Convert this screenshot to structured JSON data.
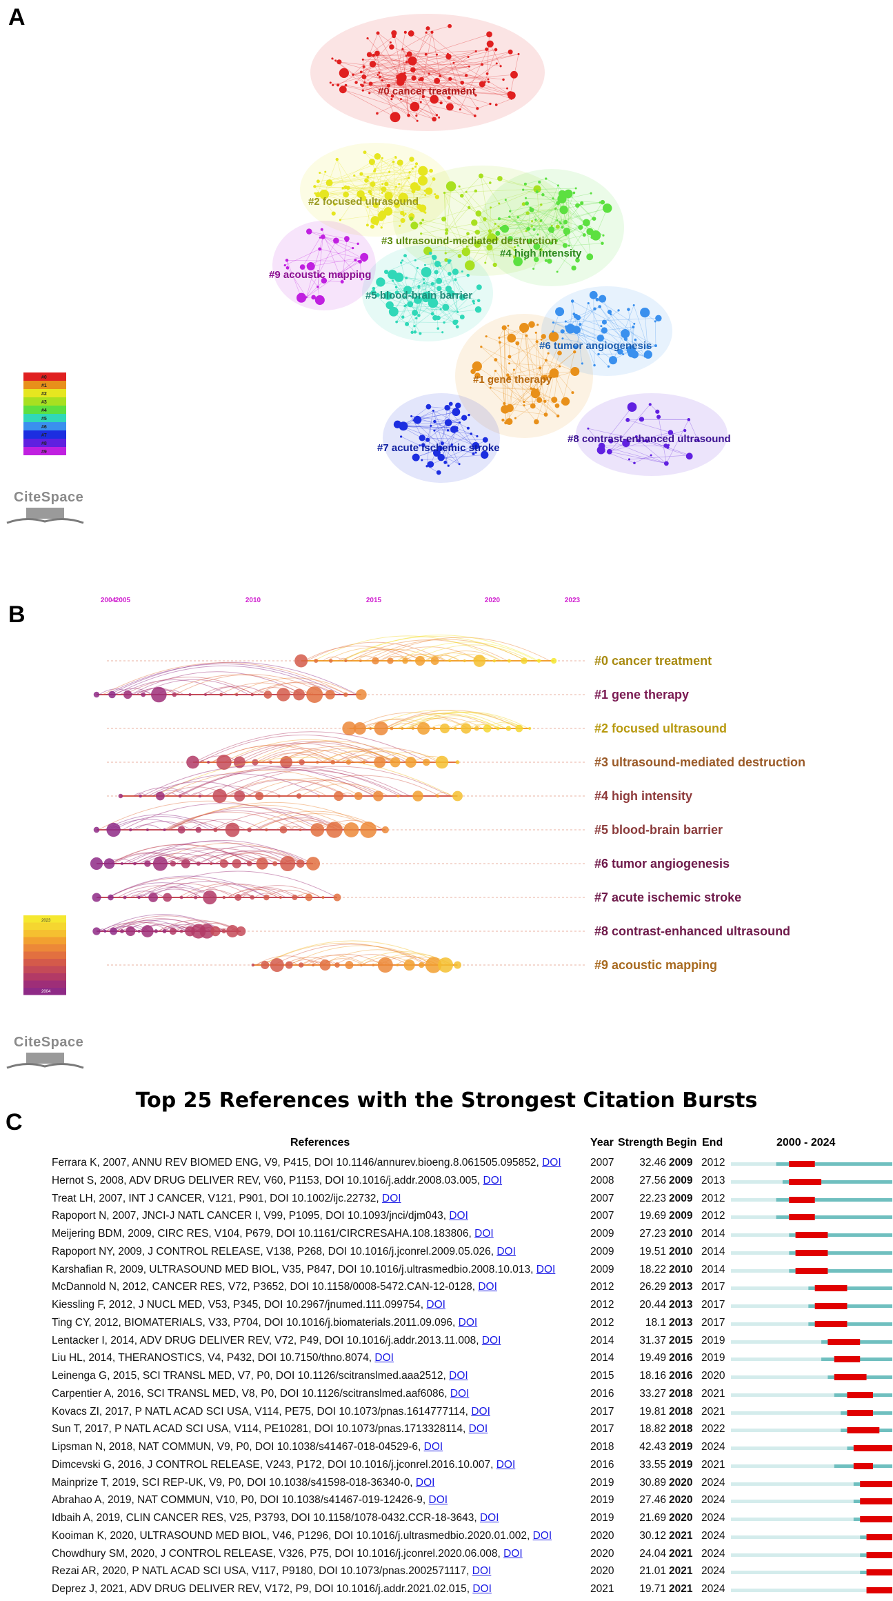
{
  "panels": {
    "a": "A",
    "b": "B",
    "c": "C"
  },
  "citespace": {
    "logo_text": "CiteSpace"
  },
  "panel_a": {
    "clusters": [
      {
        "id": "#0",
        "label": "#0 cancer treatment",
        "color": "#e02020",
        "label_color": "#b01a1a"
      },
      {
        "id": "#1",
        "label": "#1 gene therapy",
        "color": "#e8901a",
        "label_color": "#b86a10"
      },
      {
        "id": "#2",
        "label": "#2 focused ultrasound",
        "color": "#e6e620",
        "label_color": "#9a9a22"
      },
      {
        "id": "#3",
        "label": "#3 ultrasound-mediated destruction",
        "color": "#a8e020",
        "label_color": "#5e8a10"
      },
      {
        "id": "#4",
        "label": "#4 high intensity",
        "color": "#5ce040",
        "label_color": "#2e8a20"
      },
      {
        "id": "#5",
        "label": "#5 blood-brain barrier",
        "color": "#30d8b8",
        "label_color": "#208a78"
      },
      {
        "id": "#6",
        "label": "#6 tumor angiogenesis",
        "color": "#3a90ee",
        "label_color": "#2060b0"
      },
      {
        "id": "#7",
        "label": "#7 acute ischemic stroke",
        "color": "#1c2ee0",
        "label_color": "#1020a0"
      },
      {
        "id": "#8",
        "label": "#8 contrast-enhanced ultrasound",
        "color": "#6020e0",
        "label_color": "#3a1090"
      },
      {
        "id": "#9",
        "label": "#9 acoustic mapping",
        "color": "#c020e0",
        "label_color": "#8a1090"
      }
    ],
    "legend": [
      "#0",
      "#1",
      "#2",
      "#3",
      "#4",
      "#5",
      "#6",
      "#7",
      "#8",
      "#9"
    ]
  },
  "panel_b": {
    "years": [
      "2004",
      "2005",
      "2010",
      "2015",
      "2020",
      "2023"
    ],
    "timeline": [
      {
        "label": "#0 cancer treatment",
        "color": "#a88a10",
        "start": 2012.5,
        "end": 2023
      },
      {
        "label": "#1 gene therapy",
        "color": "#7a1a52",
        "start": 2004,
        "end": 2015
      },
      {
        "label": "#2 focused ultrasound",
        "color": "#b89a10",
        "start": 2014.5,
        "end": 2022
      },
      {
        "label": "#3 ultrasound-mediated destruction",
        "color": "#9a5a28",
        "start": 2008,
        "end": 2019
      },
      {
        "label": "#4 high intensity",
        "color": "#8e3a3a",
        "start": 2005,
        "end": 2019
      },
      {
        "label": "#5 blood-brain barrier",
        "color": "#8a3a3a",
        "start": 2004,
        "end": 2016
      },
      {
        "label": "#6 tumor angiogenesis",
        "color": "#6e1a4a",
        "start": 2004,
        "end": 2013
      },
      {
        "label": "#7 acute ischemic stroke",
        "color": "#6e1a4a",
        "start": 2004,
        "end": 2014
      },
      {
        "label": "#8 contrast-enhanced ultrasound",
        "color": "#6e1a4a",
        "start": 2004,
        "end": 2010
      },
      {
        "label": "#9 acoustic mapping",
        "color": "#a86a20",
        "start": 2010.5,
        "end": 2019
      }
    ],
    "color_scale": [
      "2023",
      "2004"
    ]
  },
  "panel_c": {
    "title": "Top 25 References with the Strongest Citation Bursts",
    "headers": {
      "references": "References",
      "year": "Year",
      "strength": "Strength",
      "begin": "Begin",
      "end": "End",
      "range": "2000 - 2024"
    },
    "range": {
      "start": 2000,
      "end": 2024
    },
    "rows": [
      {
        "ref": "Ferrara K, 2007, ANNU REV BIOMED ENG, V9, P415, DOI 10.1146/annurev.bioeng.8.061505.095852, ",
        "doi": "DOI",
        "year": "2007",
        "strength": "32.46",
        "begin": "2009",
        "end": "2012"
      },
      {
        "ref": "Hernot S, 2008, ADV DRUG DELIVER REV, V60, P1153, DOI 10.1016/j.addr.2008.03.005, ",
        "doi": "DOI",
        "year": "2008",
        "strength": "27.56",
        "begin": "2009",
        "end": "2013"
      },
      {
        "ref": "Treat LH, 2007, INT J CANCER, V121, P901, DOI 10.1002/ijc.22732, ",
        "doi": "DOI",
        "year": "2007",
        "strength": "22.23",
        "begin": "2009",
        "end": "2012"
      },
      {
        "ref": "Rapoport N, 2007, JNCI-J NATL CANCER I, V99, P1095, DOI 10.1093/jnci/djm043, ",
        "doi": "DOI",
        "year": "2007",
        "strength": "19.69",
        "begin": "2009",
        "end": "2012"
      },
      {
        "ref": "Meijering BDM, 2009, CIRC RES, V104, P679, DOI 10.1161/CIRCRESAHA.108.183806, ",
        "doi": "DOI",
        "year": "2009",
        "strength": "27.23",
        "begin": "2010",
        "end": "2014"
      },
      {
        "ref": "Rapoport NY, 2009, J CONTROL RELEASE, V138, P268, DOI 10.1016/j.jconrel.2009.05.026, ",
        "doi": "DOI",
        "year": "2009",
        "strength": "19.51",
        "begin": "2010",
        "end": "2014"
      },
      {
        "ref": "Karshafian R, 2009, ULTRASOUND MED BIOL, V35, P847, DOI 10.1016/j.ultrasmedbio.2008.10.013, ",
        "doi": "DOI",
        "year": "2009",
        "strength": "18.22",
        "begin": "2010",
        "end": "2014"
      },
      {
        "ref": "McDannold N, 2012, CANCER RES, V72, P3652, DOI 10.1158/0008-5472.CAN-12-0128, ",
        "doi": "DOI",
        "year": "2012",
        "strength": "26.29",
        "begin": "2013",
        "end": "2017"
      },
      {
        "ref": "Kiessling F, 2012, J NUCL MED, V53, P345, DOI 10.2967/jnumed.111.099754, ",
        "doi": "DOI",
        "year": "2012",
        "strength": "20.44",
        "begin": "2013",
        "end": "2017"
      },
      {
        "ref": "Ting CY, 2012, BIOMATERIALS, V33, P704, DOI 10.1016/j.biomaterials.2011.09.096, ",
        "doi": "DOI",
        "year": "2012",
        "strength": "18.1",
        "begin": "2013",
        "end": "2017"
      },
      {
        "ref": "Lentacker I, 2014, ADV DRUG DELIVER REV, V72, P49, DOI 10.1016/j.addr.2013.11.008, ",
        "doi": "DOI",
        "year": "2014",
        "strength": "31.37",
        "begin": "2015",
        "end": "2019"
      },
      {
        "ref": "Liu HL, 2014, THERANOSTICS, V4, P432, DOI 10.7150/thno.8074, ",
        "doi": "DOI",
        "year": "2014",
        "strength": "19.49",
        "begin": "2016",
        "end": "2019"
      },
      {
        "ref": "Leinenga G, 2015, SCI TRANSL MED, V7, P0, DOI 10.1126/scitranslmed.aaa2512, ",
        "doi": "DOI",
        "year": "2015",
        "strength": "18.16",
        "begin": "2016",
        "end": "2020"
      },
      {
        "ref": "Carpentier A, 2016, SCI TRANSL MED, V8, P0, DOI 10.1126/scitranslmed.aaf6086, ",
        "doi": "DOI",
        "year": "2016",
        "strength": "33.27",
        "begin": "2018",
        "end": "2021"
      },
      {
        "ref": "Kovacs ZI, 2017, P NATL ACAD SCI USA, V114, PE75, DOI 10.1073/pnas.1614777114, ",
        "doi": "DOI",
        "year": "2017",
        "strength": "19.81",
        "begin": "2018",
        "end": "2021"
      },
      {
        "ref": "Sun T, 2017, P NATL ACAD SCI USA, V114, PE10281, DOI 10.1073/pnas.1713328114, ",
        "doi": "DOI",
        "year": "2017",
        "strength": "18.82",
        "begin": "2018",
        "end": "2022"
      },
      {
        "ref": "Lipsman N, 2018, NAT COMMUN, V9, P0, DOI 10.1038/s41467-018-04529-6, ",
        "doi": "DOI",
        "year": "2018",
        "strength": "42.43",
        "begin": "2019",
        "end": "2024"
      },
      {
        "ref": "Dimcevski G, 2016, J CONTROL RELEASE, V243, P172, DOI 10.1016/j.jconrel.2016.10.007, ",
        "doi": "DOI",
        "year": "2016",
        "strength": "33.55",
        "begin": "2019",
        "end": "2021"
      },
      {
        "ref": "Mainprize T, 2019, SCI REP-UK, V9, P0, DOI 10.1038/s41598-018-36340-0, ",
        "doi": "DOI",
        "year": "2019",
        "strength": "30.89",
        "begin": "2020",
        "end": "2024"
      },
      {
        "ref": "Abrahao A, 2019, NAT COMMUN, V10, P0, DOI 10.1038/s41467-019-12426-9, ",
        "doi": "DOI",
        "year": "2019",
        "strength": "27.46",
        "begin": "2020",
        "end": "2024"
      },
      {
        "ref": "Idbaih A, 2019, CLIN CANCER RES, V25, P3793, DOI 10.1158/1078-0432.CCR-18-3643, ",
        "doi": "DOI",
        "year": "2019",
        "strength": "21.69",
        "begin": "2020",
        "end": "2024"
      },
      {
        "ref": "Kooiman K, 2020, ULTRASOUND MED BIOL, V46, P1296, DOI 10.1016/j.ultrasmedbio.2020.01.002, ",
        "doi": "DOI",
        "year": "2020",
        "strength": "30.12",
        "begin": "2021",
        "end": "2024"
      },
      {
        "ref": "Chowdhury SM, 2020, J CONTROL RELEASE, V326, P75, DOI 10.1016/j.jconrel.2020.06.008, ",
        "doi": "DOI",
        "year": "2020",
        "strength": "24.04",
        "begin": "2021",
        "end": "2024"
      },
      {
        "ref": "Rezai AR, 2020, P NATL ACAD SCI USA, V117, P9180, DOI 10.1073/pnas.2002571117, ",
        "doi": "DOI",
        "year": "2020",
        "strength": "21.01",
        "begin": "2021",
        "end": "2024"
      },
      {
        "ref": "Deprez J, 2021, ADV DRUG DELIVER REV, V172, P9, DOI 10.1016/j.addr.2021.02.015, ",
        "doi": "DOI",
        "year": "2021",
        "strength": "19.71",
        "begin": "2021",
        "end": "2024"
      }
    ],
    "colors": {
      "burst": "#e00000",
      "active": "#6fbfbf",
      "inactive": "#d4ecec"
    }
  }
}
